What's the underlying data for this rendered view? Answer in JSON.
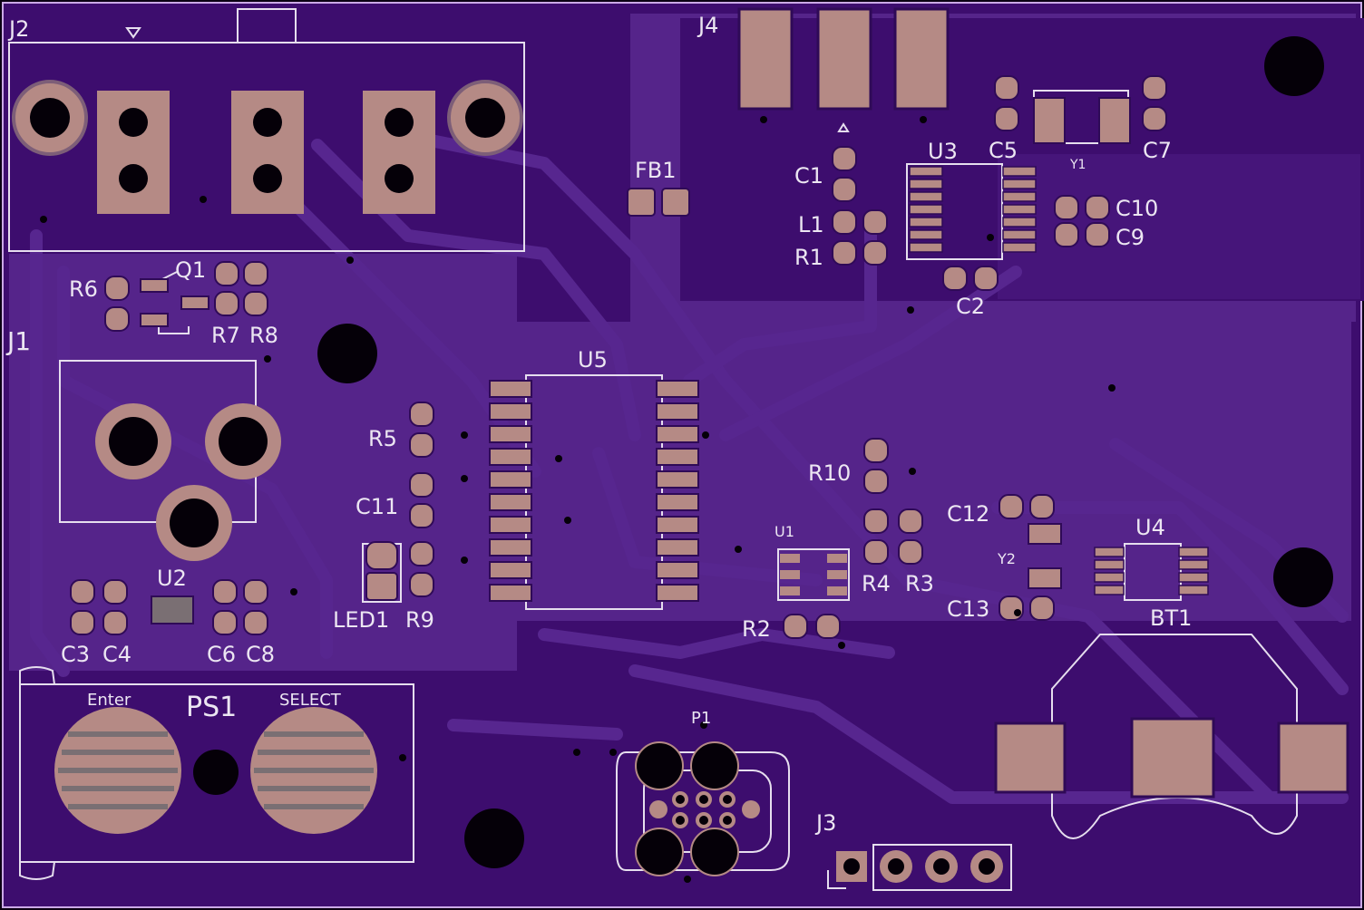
{
  "colors": {
    "board": "#3d0d6e",
    "copper": "#55248a",
    "copper_dark": "#2f0a57",
    "pad": "#b58a85",
    "silk": "#e6deee",
    "hole": "#050008",
    "fill": "#7a6f73"
  },
  "labels": {
    "J2": "J2",
    "J4": "J4",
    "J1": "J1",
    "J3": "J3",
    "FB1": "FB1",
    "Q1": "Q1",
    "R1": "R1",
    "R2": "R2",
    "R3": "R3",
    "R4": "R4",
    "R5": "R5",
    "R6": "R6",
    "R7": "R7",
    "R8": "R8",
    "R9": "R9",
    "R10": "R10",
    "C1": "C1",
    "C2": "C2",
    "C3": "C3",
    "C4": "C4",
    "C5": "C5",
    "C6": "C6",
    "C7": "C7",
    "C8": "C8",
    "C9": "C9",
    "C10": "C10",
    "C11": "C11",
    "C12": "C12",
    "C13": "C13",
    "L1": "L1",
    "U1": "U1",
    "U2": "U2",
    "U3": "U3",
    "U4": "U4",
    "U5": "U5",
    "Y1": "Y1",
    "Y2": "Y2",
    "LED1": "LED1",
    "BT1": "BT1",
    "PS1": "PS1",
    "P1": "P1",
    "Enter": "Enter",
    "SELECT": "SELECT"
  }
}
